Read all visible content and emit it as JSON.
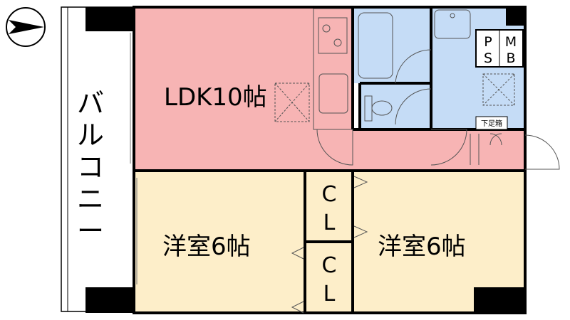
{
  "plan": {
    "balcony_label": [
      "バ",
      "ル",
      "コ",
      "ニ",
      "ー"
    ],
    "rooms": {
      "ldk": "LDK10帖",
      "western_left": "洋室6帖",
      "western_right": "洋室6帖"
    },
    "closet_label": [
      "C",
      "L"
    ],
    "ps_label": [
      "P",
      "S"
    ],
    "mb_label": [
      "M",
      "B"
    ],
    "shoe_cabinet": "下足箱"
  },
  "colors": {
    "ldk_fill": "#f7b4b4",
    "western_fill": "#fdeec9",
    "wet_fill": "#c5dcf6",
    "wall": "#000000"
  },
  "icons": {
    "north": "north-arrow-icon"
  }
}
